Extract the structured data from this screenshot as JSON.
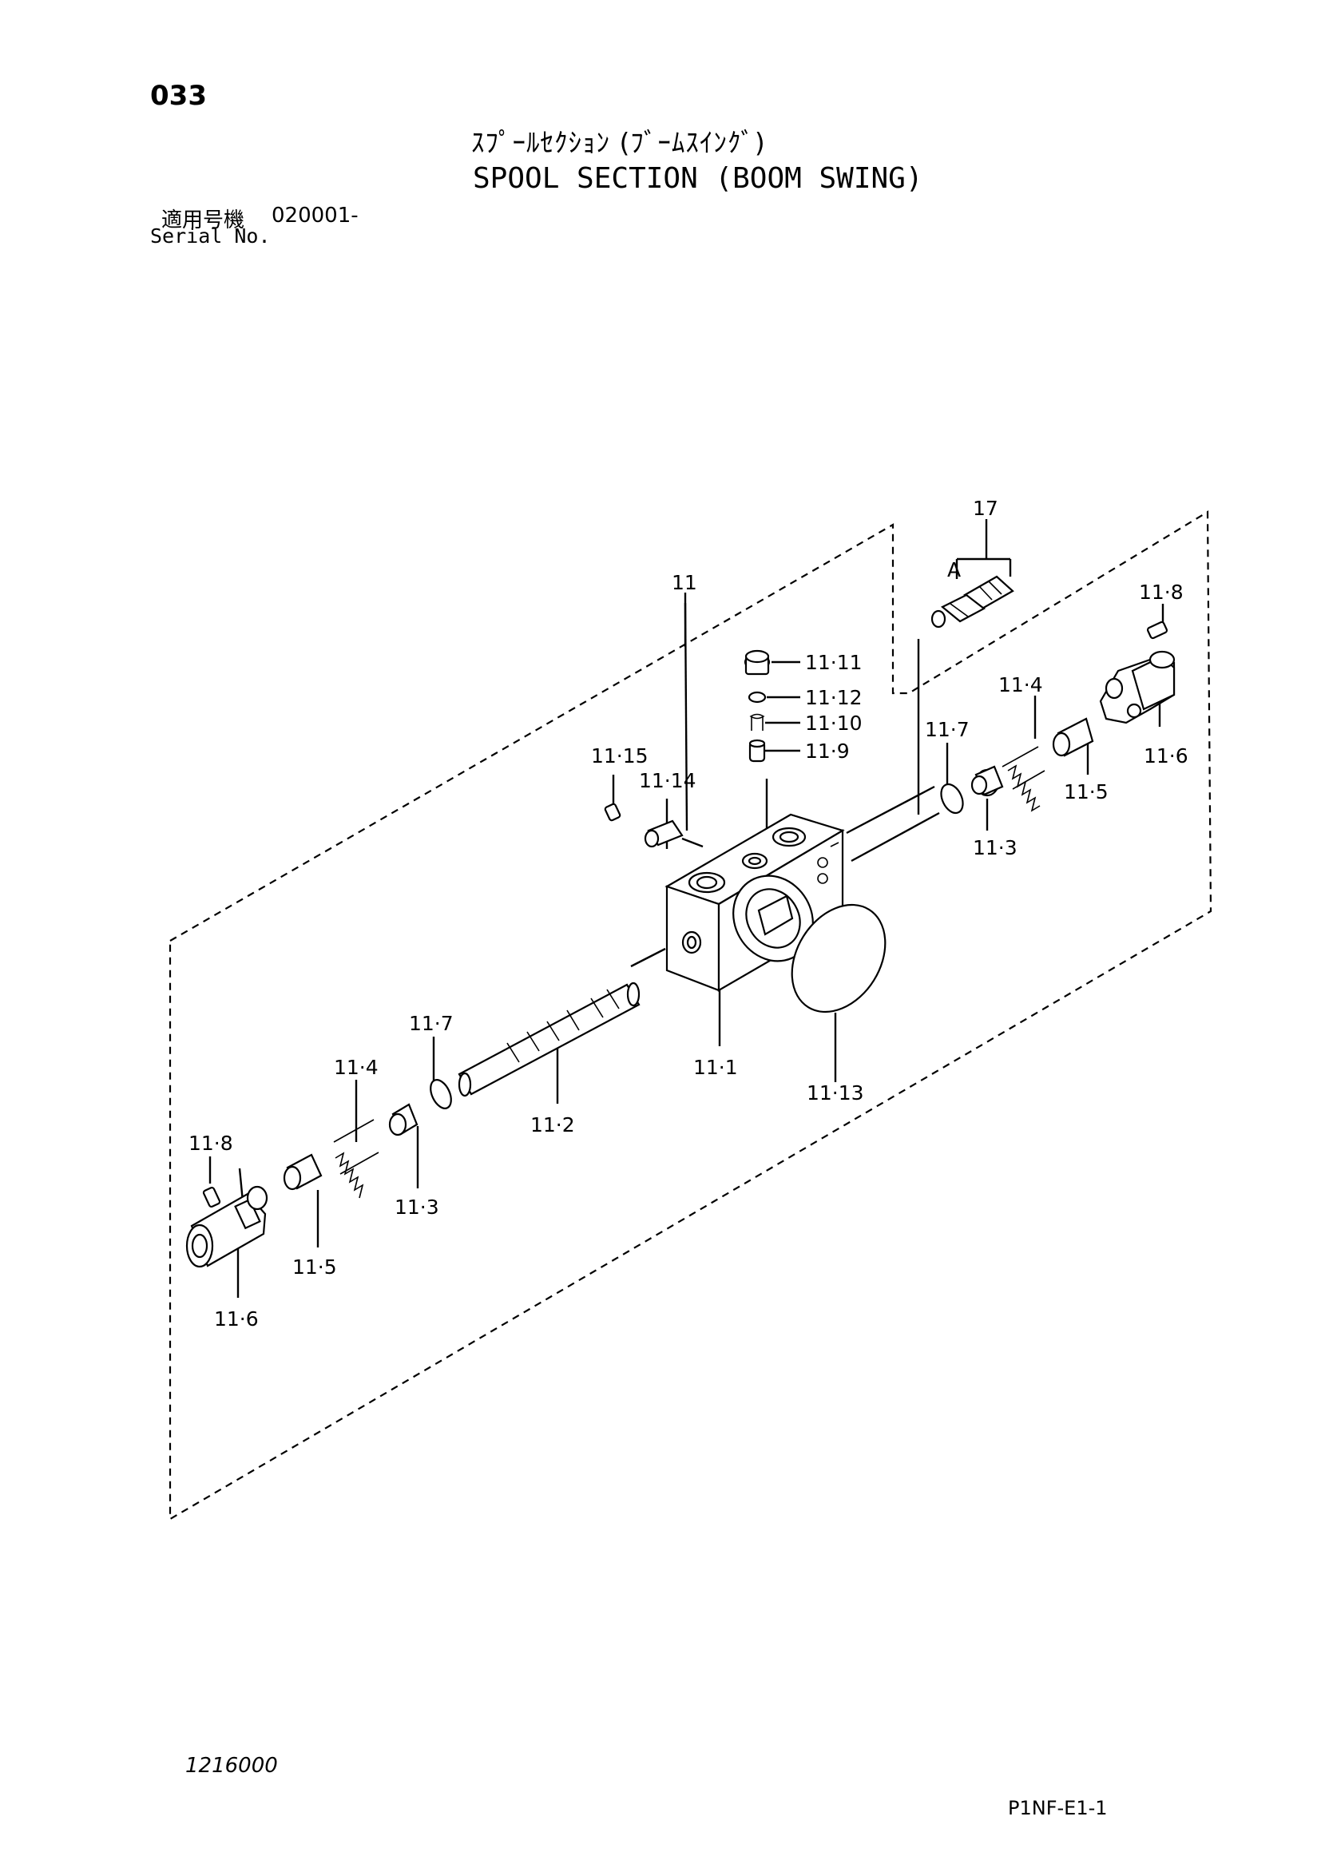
{
  "header": {
    "page_number": "033",
    "title_jp": "ｽﾌﾟｰﾙｾｸｼｮﾝ (ﾌﾞｰﾑｽｲﾝｸﾞ)",
    "title_en": "SPOOL SECTION (BOOM SWING)",
    "serial_label_jp": "適用号機",
    "serial_value": "020001-",
    "serial_label_en": "Serial No."
  },
  "diagram": {
    "labels": {
      "p17": "17",
      "pA": "A",
      "p11": "11",
      "p11_8_top": "11·8",
      "p11_11": "11·11",
      "p11_12": "11·12",
      "p11_10": "11·10",
      "p11_9": "11·9",
      "p11_4_top": "11·4",
      "p11_7_top": "11·7",
      "p11_6_top": "11·6",
      "p11_5_top": "11·5",
      "p11_3_top": "11·3",
      "p11_15": "11·15",
      "p11_14": "11·14",
      "p11_1": "11·1",
      "p11_13": "11·13",
      "p11_2": "11·2",
      "p11_7_bot": "11·7",
      "p11_4_bot": "11·4",
      "p11_3_bot": "11·3",
      "p11_8_bot": "11·8",
      "p11_5_bot": "11·5",
      "p11_6_bot": "11·6"
    }
  },
  "footer": {
    "drawing_code": "1216000",
    "figure_code": "P1NF-E1-1"
  }
}
